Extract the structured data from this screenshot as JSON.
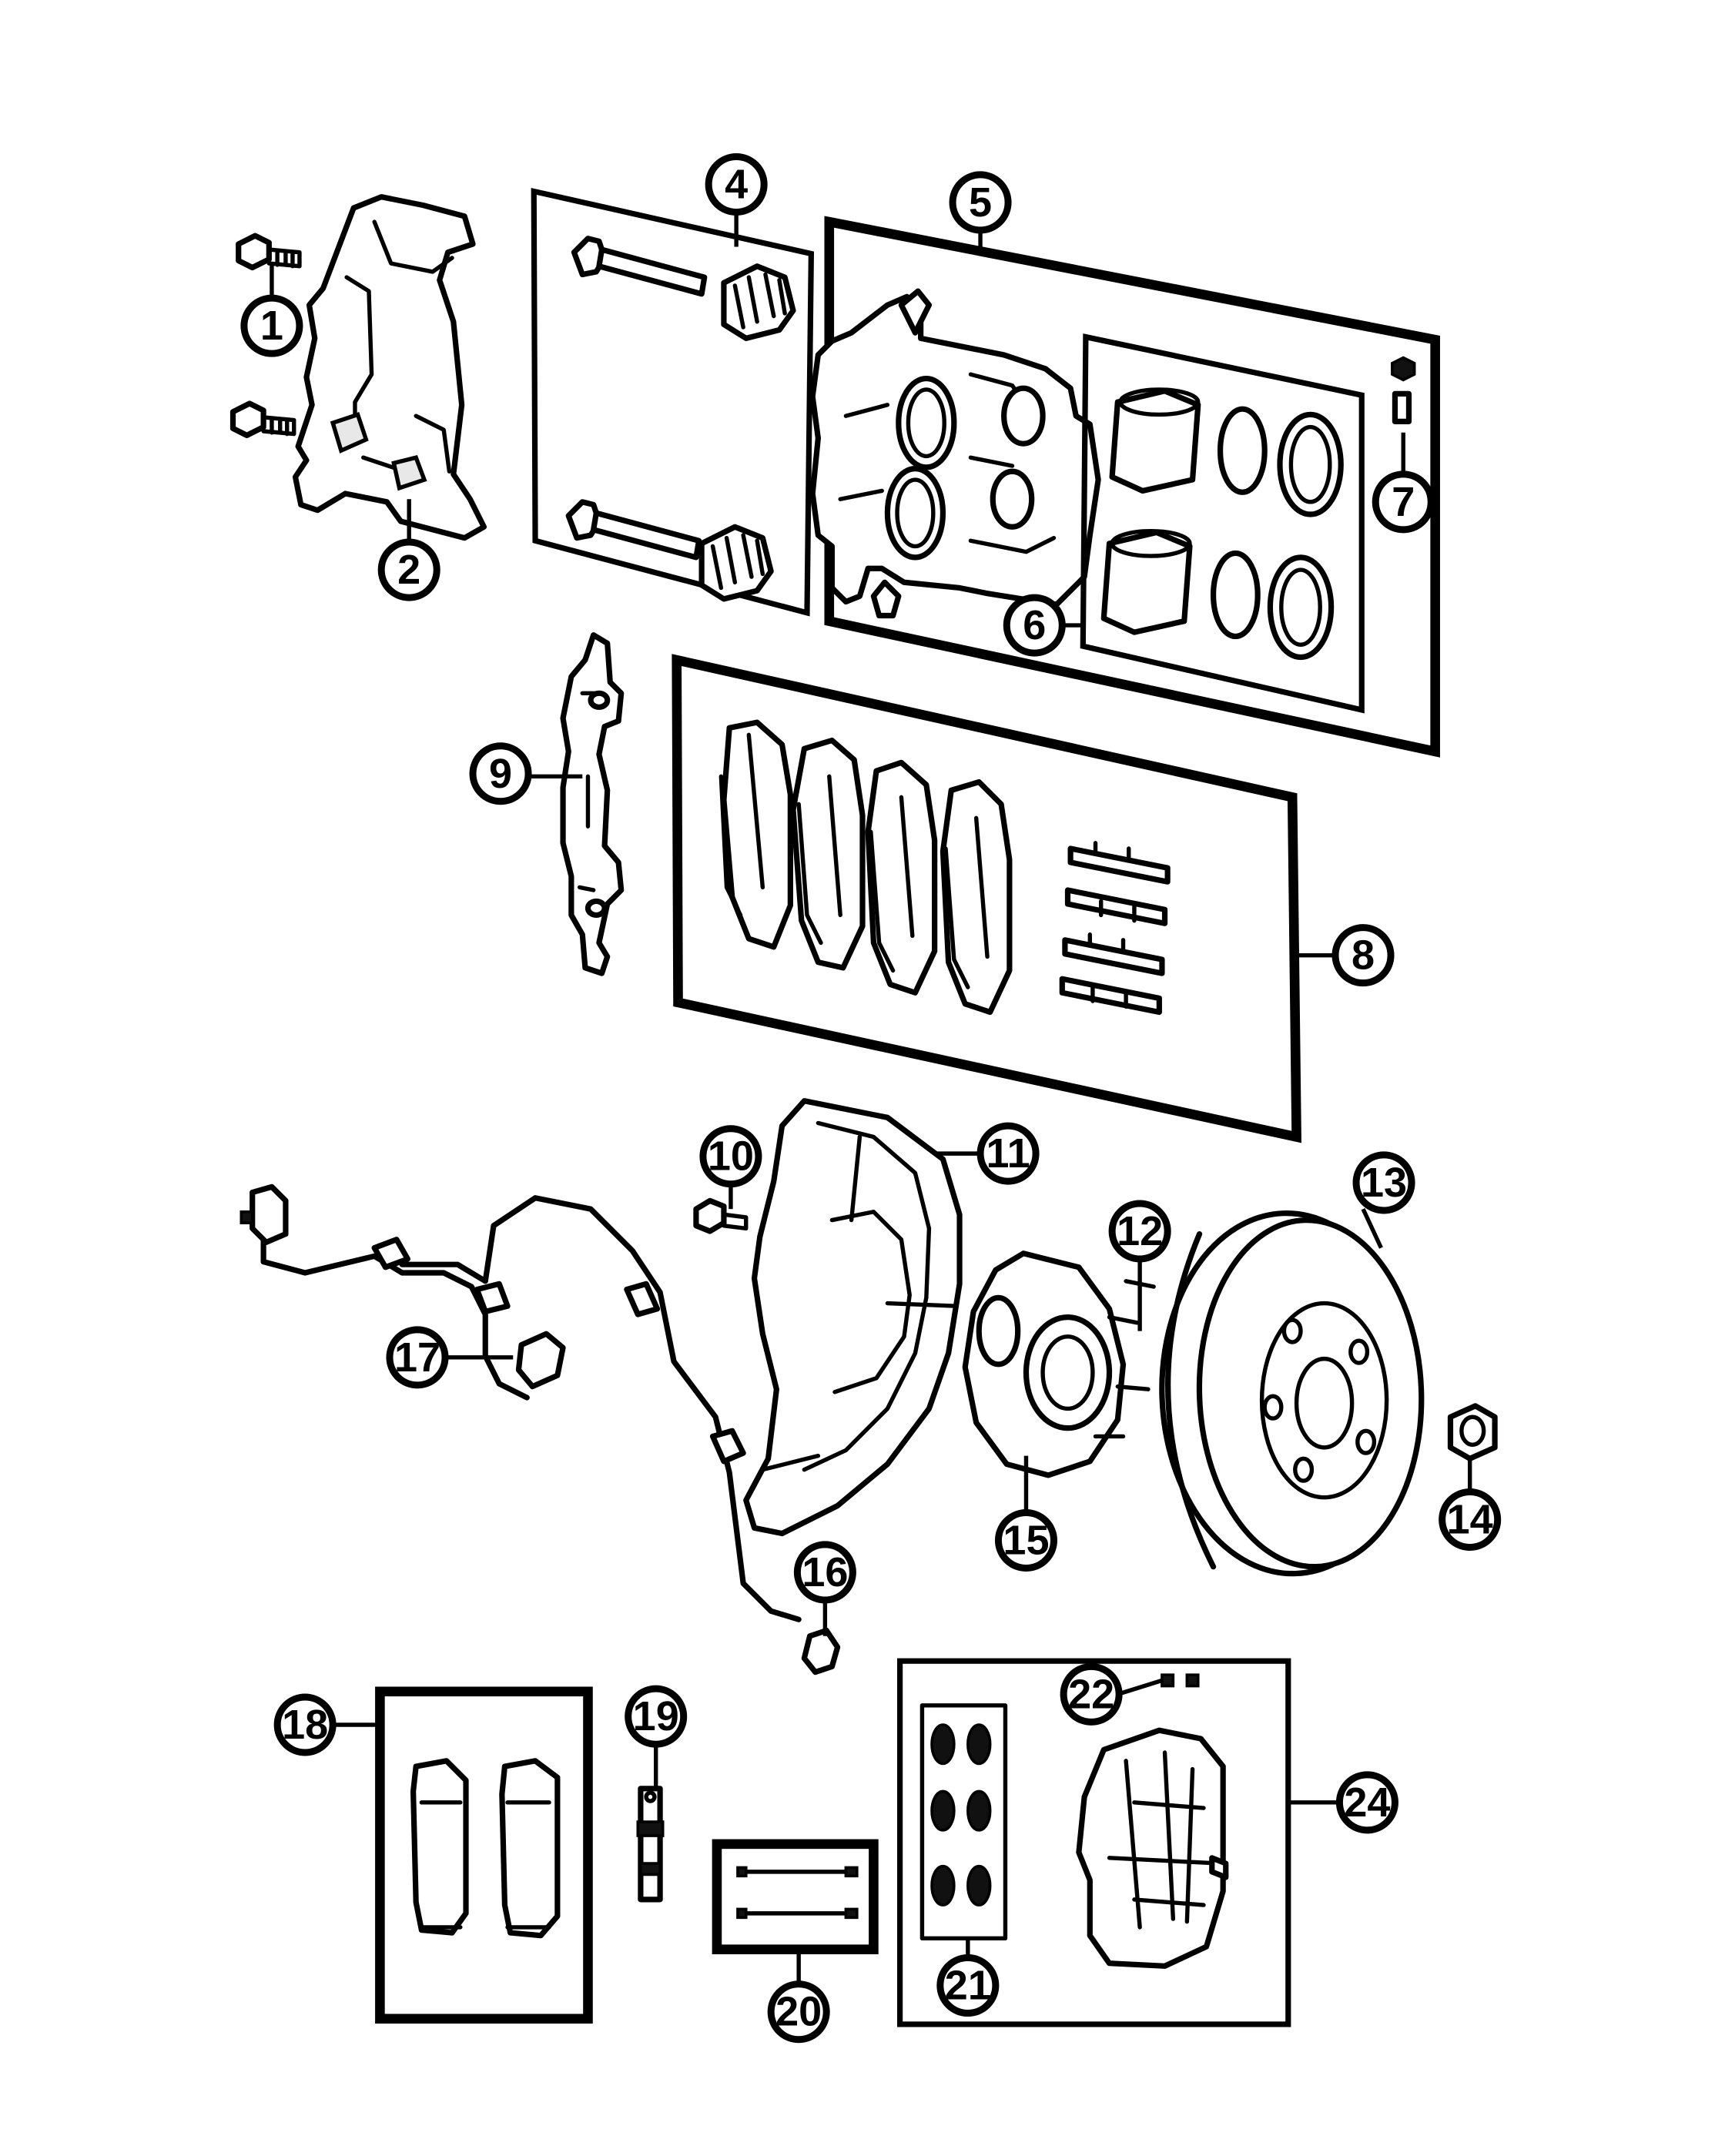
{
  "callouts": [
    {
      "label": "1"
    },
    {
      "label": "2"
    },
    {
      "label": "4"
    },
    {
      "label": "5"
    },
    {
      "label": "6"
    },
    {
      "label": "7"
    },
    {
      "label": "8"
    },
    {
      "label": "9"
    },
    {
      "label": "10"
    },
    {
      "label": "11"
    },
    {
      "label": "12"
    },
    {
      "label": "13"
    },
    {
      "label": "14"
    },
    {
      "label": "15"
    },
    {
      "label": "16"
    },
    {
      "label": "17"
    },
    {
      "label": "18"
    },
    {
      "label": "19"
    },
    {
      "label": "20"
    },
    {
      "label": "21"
    },
    {
      "label": "22"
    },
    {
      "label": "24"
    }
  ]
}
